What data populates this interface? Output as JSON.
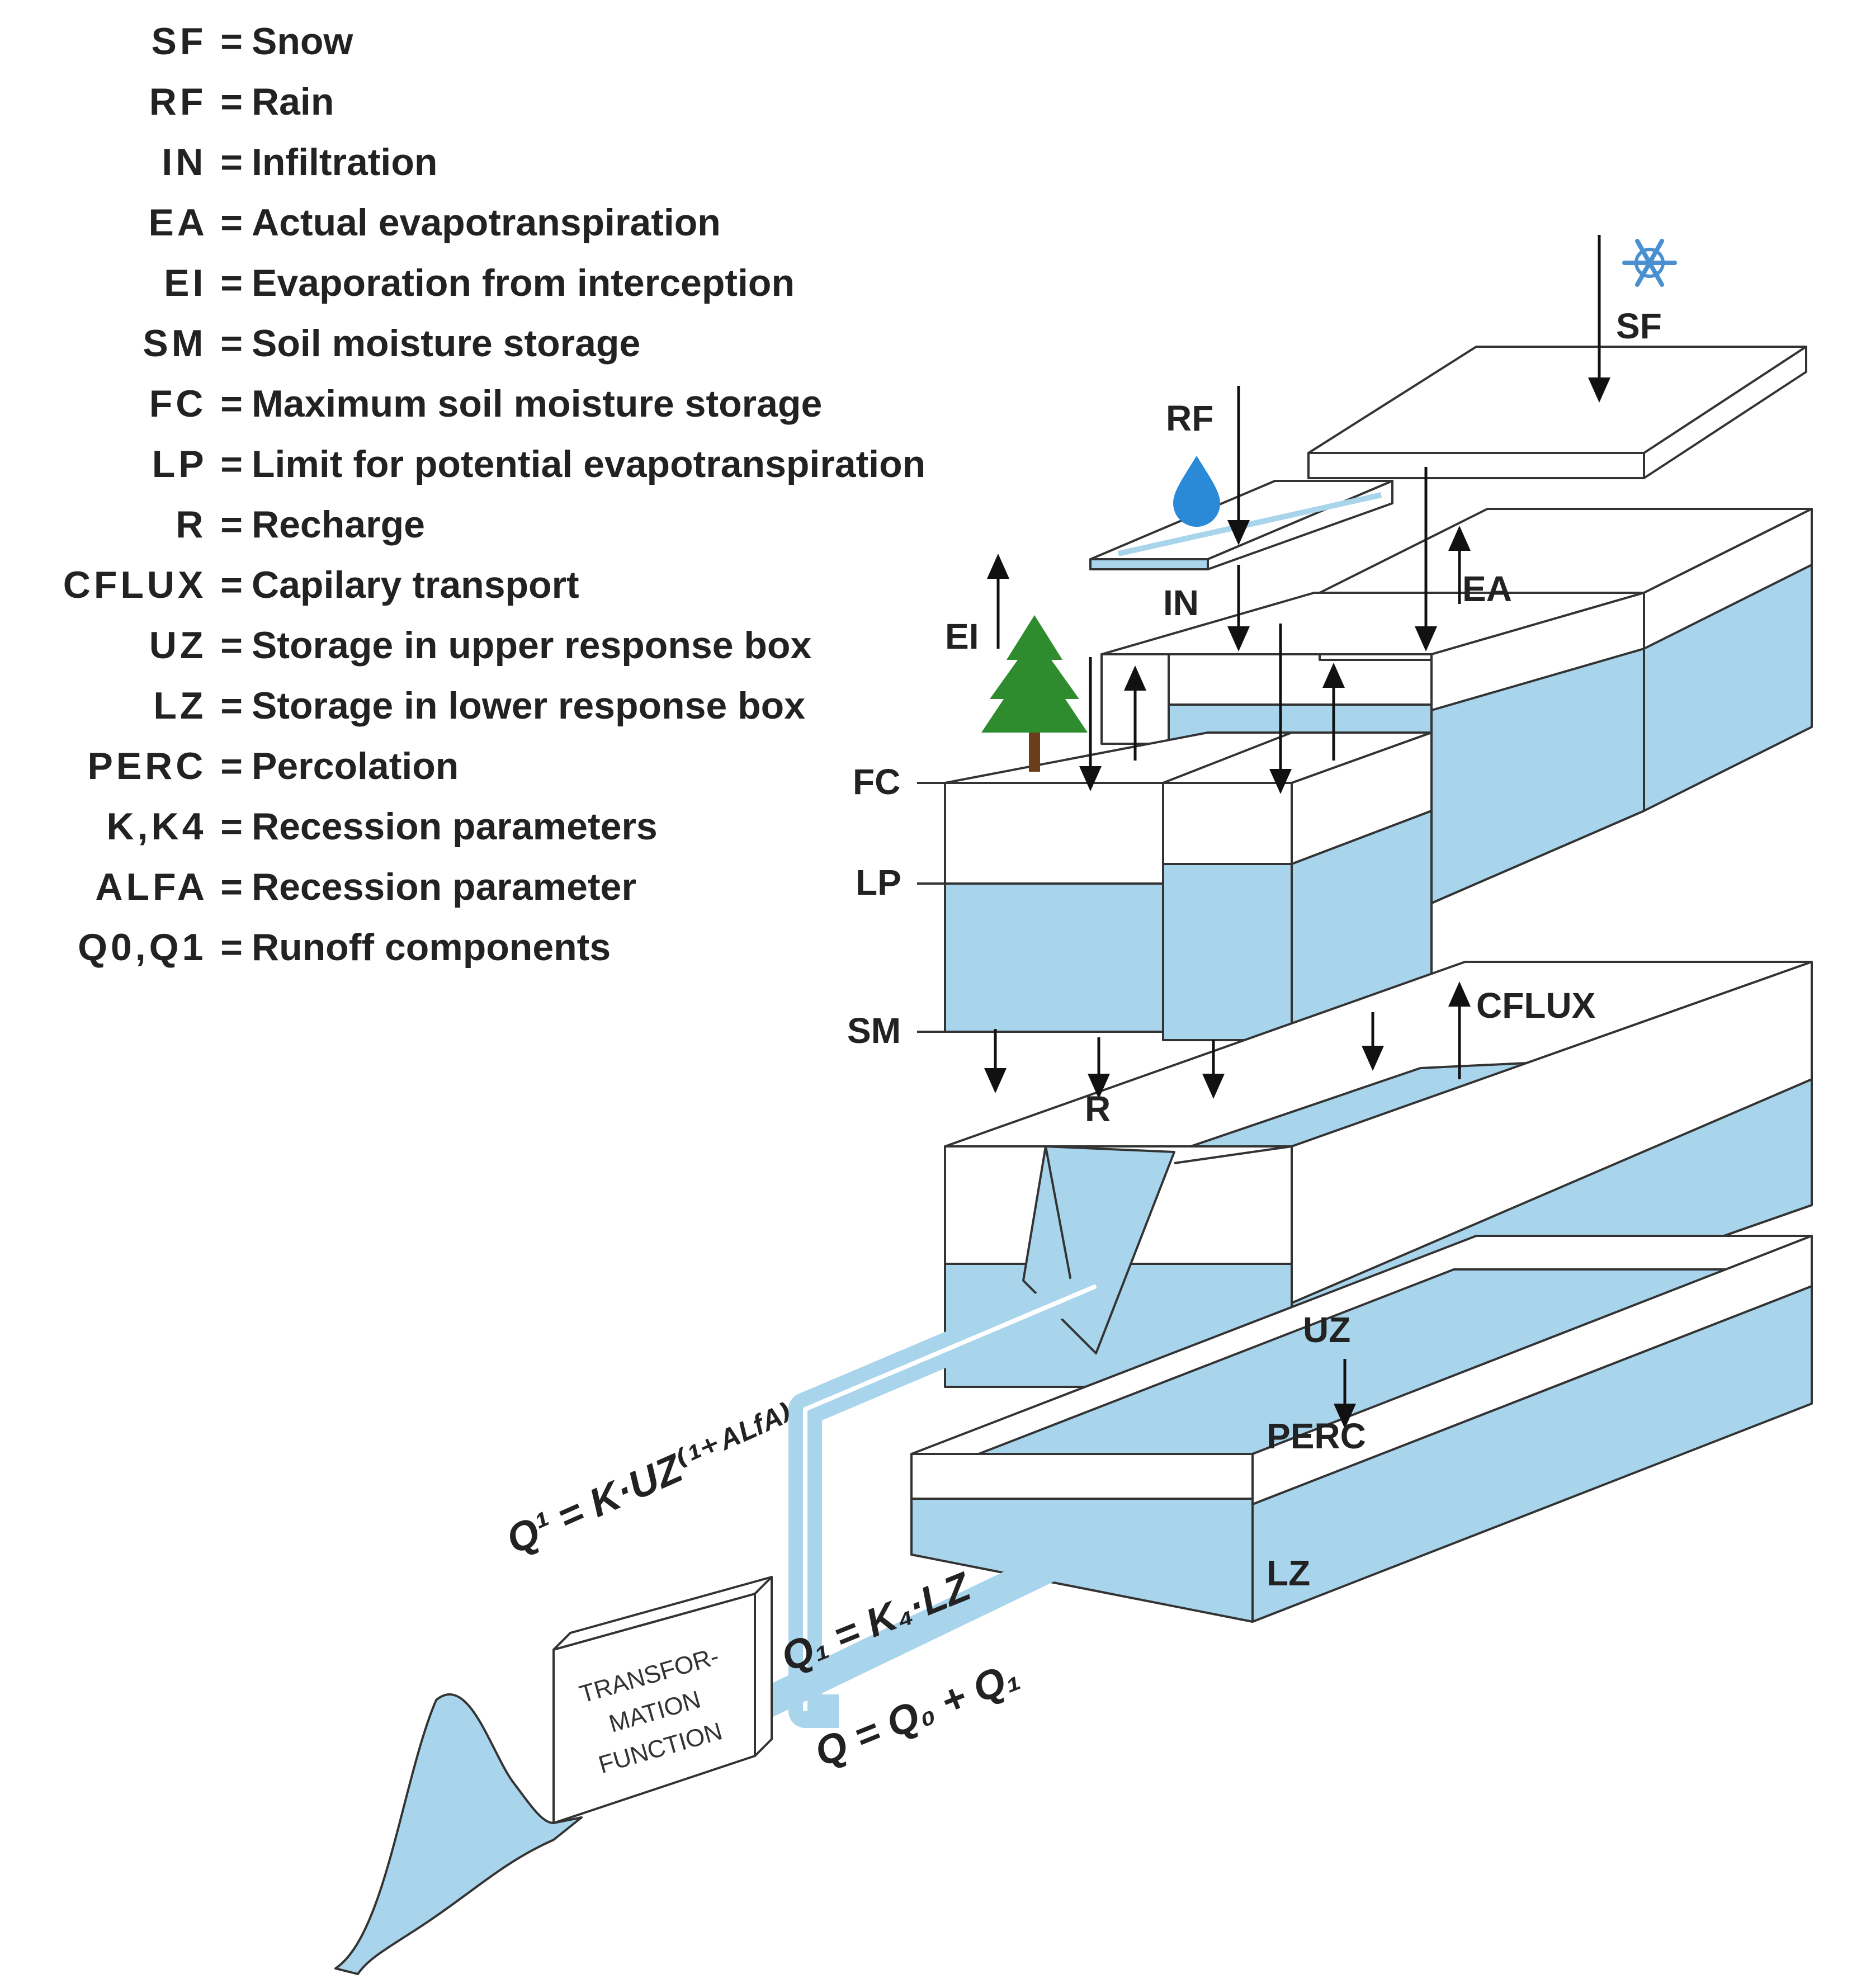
{
  "legend": [
    {
      "abbr": "SF =",
      "desc": "Snow"
    },
    {
      "abbr": "RF =",
      "desc": "Rain"
    },
    {
      "abbr": "IN =",
      "desc": "Infiltration"
    },
    {
      "abbr": "EA =",
      "desc": "Actual evapotranspiration"
    },
    {
      "abbr": "EI =",
      "desc": "Evaporation from interception"
    },
    {
      "abbr": "SM =",
      "desc": "Soil moisture storage"
    },
    {
      "abbr": "FC =",
      "desc": "Maximum soil moisture storage"
    },
    {
      "abbr": "LP =",
      "desc": "Limit for potential evapotranspiration"
    },
    {
      "abbr": "R =",
      "desc": "Recharge"
    },
    {
      "abbr": "CFLUX =",
      "desc": "Capilary transport"
    },
    {
      "abbr": "UZ =",
      "desc": "Storage in upper response box"
    },
    {
      "abbr": "LZ =",
      "desc": "Storage in lower response box"
    },
    {
      "abbr": "PERC =",
      "desc": "Percolation"
    },
    {
      "abbr": "K,K4 =",
      "desc": "Recession parameters"
    },
    {
      "abbr": "ALFA =",
      "desc": "Recession parameter"
    },
    {
      "abbr": "Q0,Q1 =",
      "desc": "Runoff components"
    }
  ],
  "labels": {
    "sf": "SF",
    "rf": "RF",
    "in": "IN",
    "ea": "EA",
    "ei": "EI",
    "fc": "FC",
    "lp": "LP",
    "sm": "SM",
    "r": "R",
    "cflux": "CFLUX",
    "uz": "UZ",
    "perc": "PERC",
    "lz": "LZ"
  },
  "equations": {
    "q_upper": "Q¹ = K·UZ⁽¹⁺ᴬᴸᶠᴬ⁾",
    "q_lower": "Q₁ = K₄·LZ",
    "q_total": "Q = Q₀ + Q₁"
  },
  "transform_box": [
    "TRANSFOR-",
    "MATION",
    "FUNCTION"
  ],
  "colors": {
    "water": "#a8d4ec",
    "outline": "#333333",
    "text": "#222222",
    "tree": "#2e8b2e",
    "trunk": "#6b3d1a",
    "snow": "#4a90d0",
    "drop": "#2a8ad8"
  },
  "icons": [
    "snowflake-icon",
    "raindrop-icon",
    "tree-icon"
  ]
}
